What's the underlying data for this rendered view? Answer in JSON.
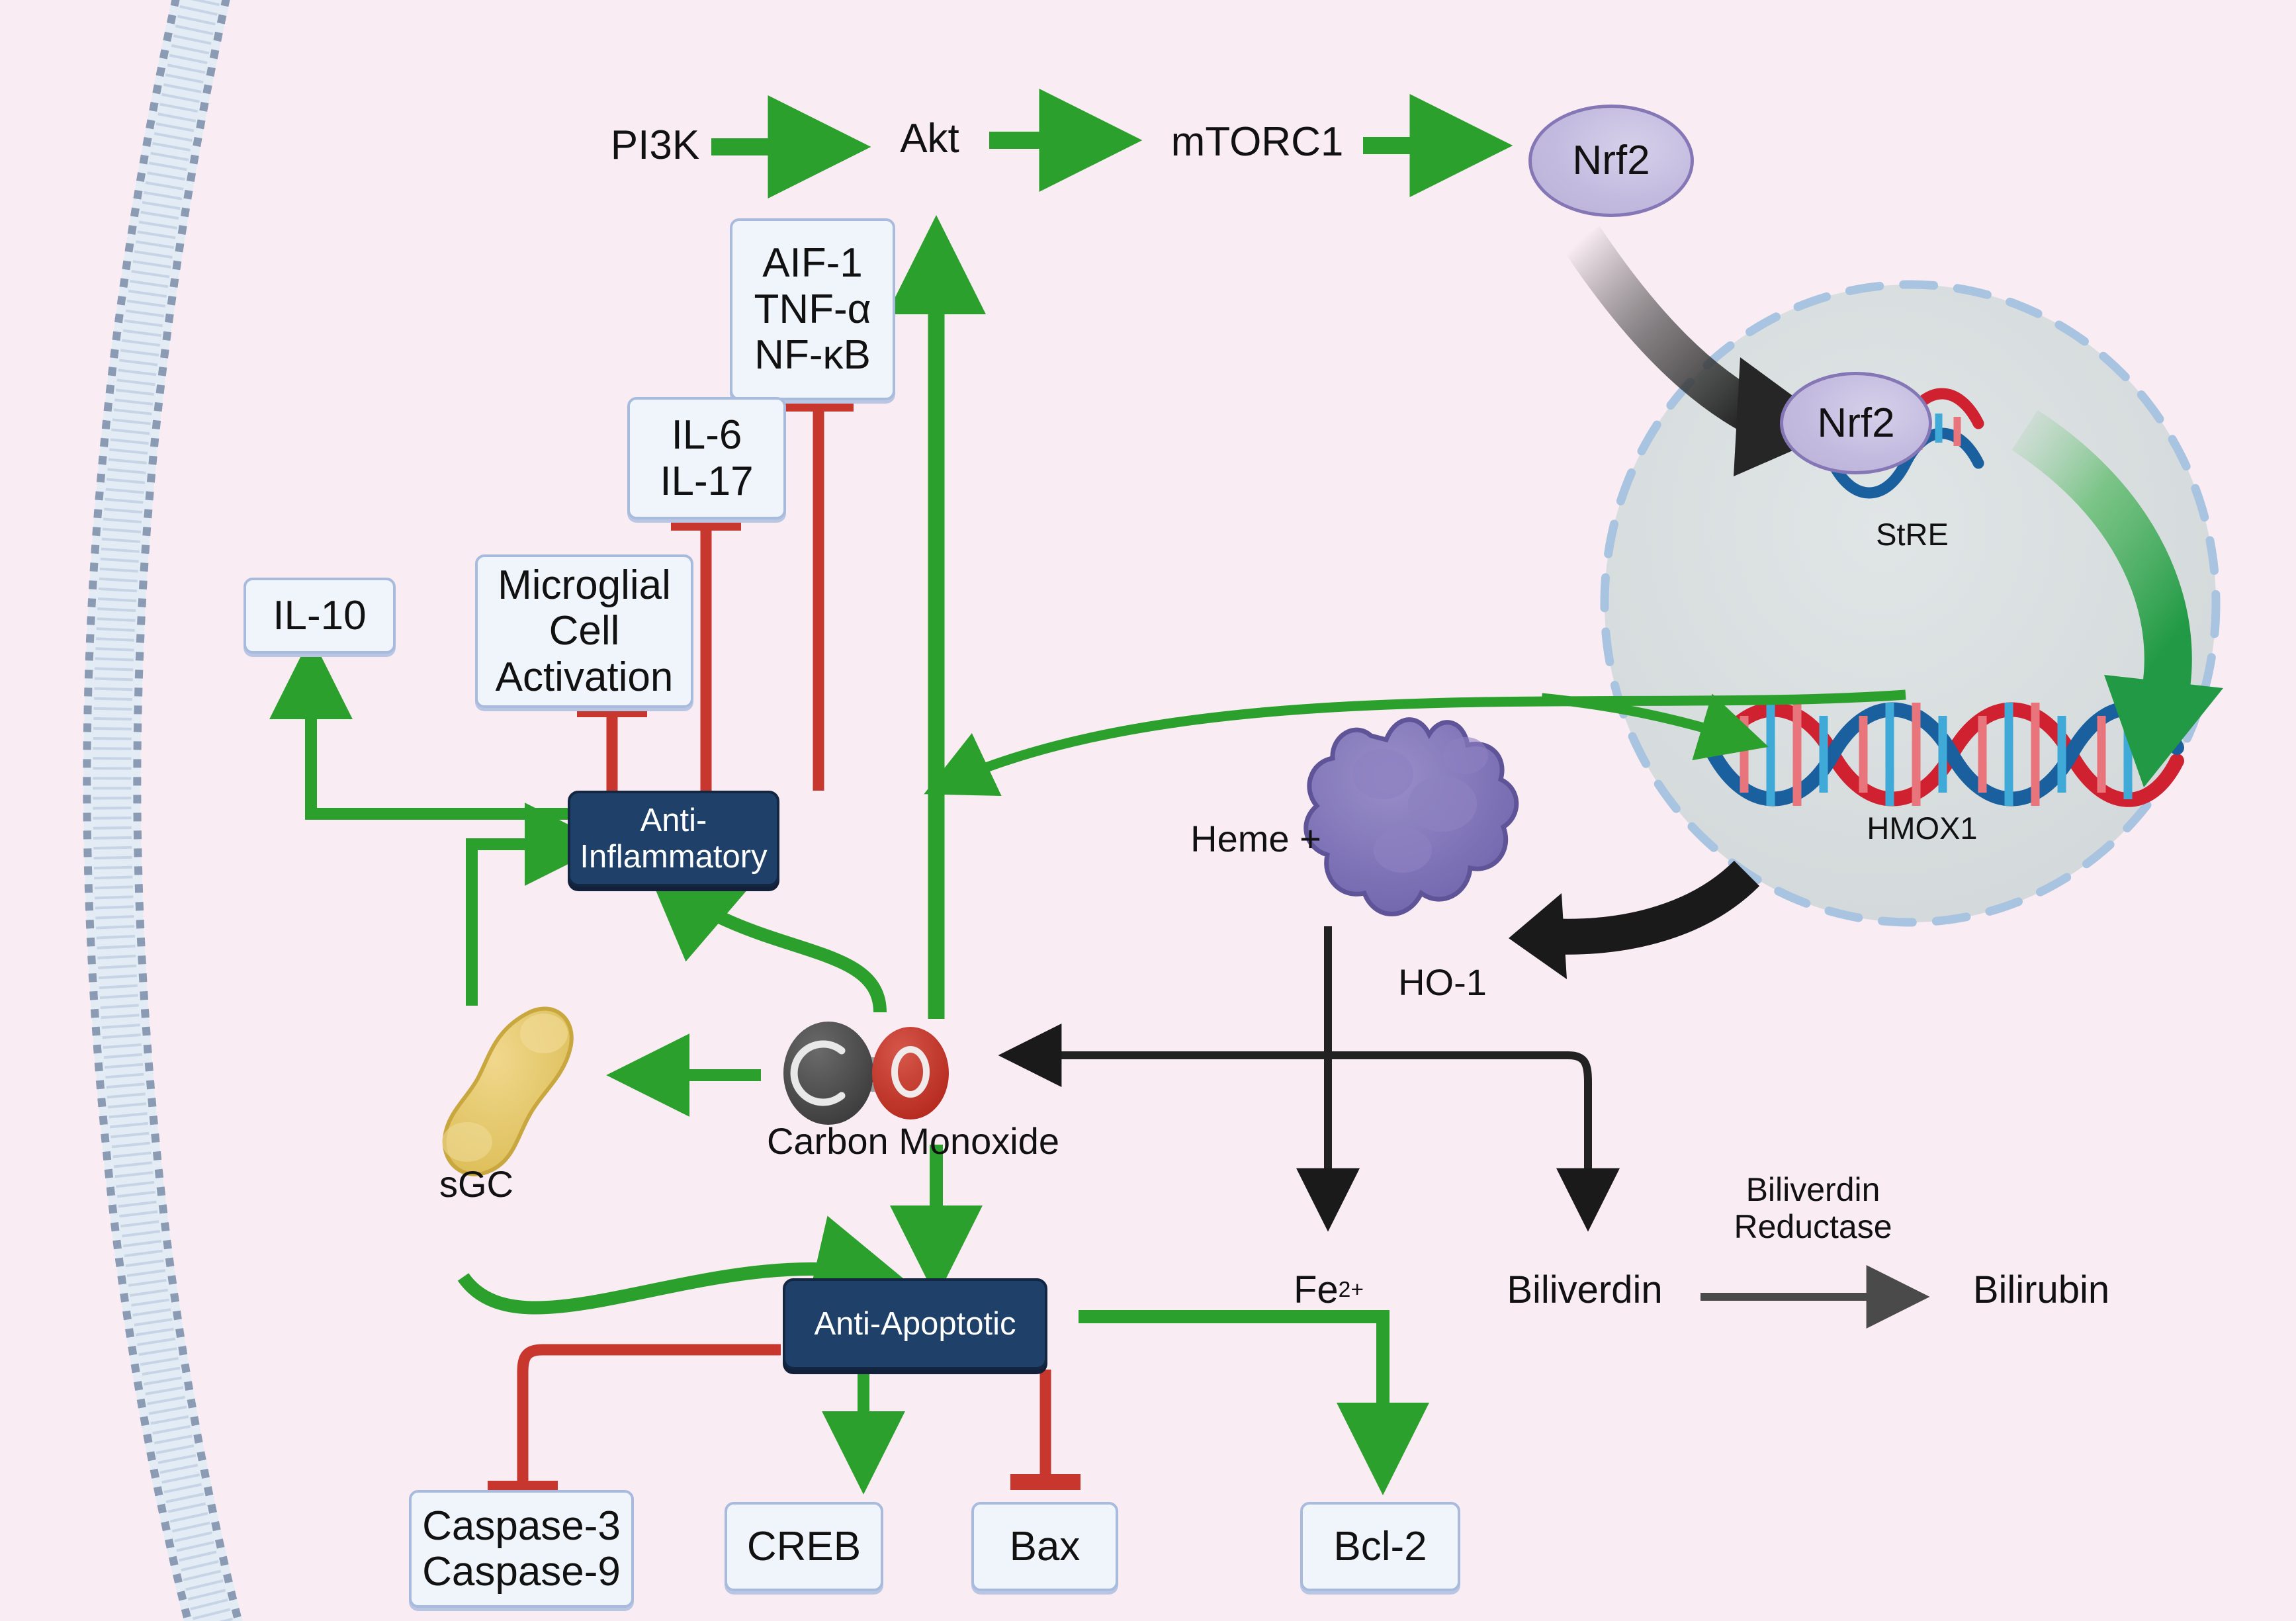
{
  "diagram": {
    "title": "Carbon Monoxide / HO-1 / Nrf2 signaling pathway",
    "background_color": "#f9ecf3",
    "colors": {
      "activation_green": "#2ca02c",
      "inhibition_red": "#c8372d",
      "navy_box": "#1f4068",
      "light_box": "#f0f4fb",
      "light_box_border": "#a9bbdd",
      "nrf2_purple": "#c3bbdf",
      "nucleus_gray": "#d7dcdd",
      "nucleus_border": "#aac4df",
      "heme_purple": "#7f72b5",
      "sgc_yellow": "#e6c76a",
      "carbon_gray": "#4a4a4a",
      "oxygen_red": "#c0392b",
      "dna_red": "#cf2130",
      "dna_blue": "#1a5f9e",
      "black_arrow": "#1a1a1a"
    }
  },
  "top_pathway": {
    "nodes": [
      "PI3K",
      "Akt",
      "mTORC1",
      "Nrf2"
    ]
  },
  "inhibitor_boxes": [
    {
      "id": "aif1-box",
      "lines": [
        "AIF-1",
        "TNF-α",
        "NF-κB"
      ]
    },
    {
      "id": "il6-box",
      "lines": [
        "IL-6",
        "IL-17"
      ]
    },
    {
      "id": "microglial-box",
      "lines": [
        "Microglial",
        "Cell",
        "Activation"
      ]
    }
  ],
  "boxes": {
    "il10": "IL-10",
    "anti_inflammatory_line1": "Anti-",
    "anti_inflammatory_line2": "Inflammatory",
    "anti_apoptotic": "Anti-Apoptotic",
    "caspase_line1": "Caspase-3",
    "caspase_line2": "Caspase-9",
    "creb": "CREB",
    "bax": "Bax",
    "bcl2": "Bcl-2"
  },
  "labels": {
    "sgc": "sGC",
    "carbon_monoxide": "Carbon Monoxide",
    "carbon_atom": "C",
    "oxygen_atom": "O",
    "heme_plus": "Heme +",
    "ho1": "HO-1",
    "fe2_base": "Fe",
    "fe2_sup": "2+",
    "biliverdin": "Biliverdin",
    "biliverdin_reductase_line1": "Biliverdin",
    "biliverdin_reductase_line2": "Reductase",
    "bilirubin": "Bilirubin",
    "stre": "StRE",
    "hmox1": "HMOX1",
    "nrf2_nucleus": "Nrf2"
  },
  "edges": {
    "green_activation": [
      "PI3K -> Akt",
      "Akt -> mTORC1",
      "mTORC1 -> Nrf2",
      "Carbon Monoxide -> PI3K/Akt (long vertical)",
      "Nucleus/HMOX1 -> long vertical arrow (curve)",
      "Carbon Monoxide -> sGC",
      "Carbon Monoxide -> Anti-Inflammatory (curve)",
      "Carbon Monoxide -> Anti-Apoptotic",
      "sGC -> Anti-Inflammatory",
      "sGC -> Anti-Apoptotic (curve)",
      "Anti-Inflammatory -> IL-10",
      "Anti-Apoptotic -> CREB",
      "Anti-Apoptotic -> Bcl-2",
      "StRE -> HMOX1 (gradient curve in nucleus)"
    ],
    "red_inhibition": [
      "Anti-Inflammatory -| Microglial Cell Activation",
      "Anti-Inflammatory -| IL-6 / IL-17",
      "Anti-Inflammatory -| AIF-1 / TNF-α / NF-κB",
      "Anti-Apoptotic -| Caspase-3 / Caspase-9",
      "Anti-Apoptotic -| Bax"
    ],
    "black": [
      "Nrf2 -> nucleus (gray gradient arrow)",
      "nucleus/HMOX1 -> Heme + HO-1 (black arrow)",
      "HO-1 -> Carbon Monoxide",
      "HO-1 -> Fe2+",
      "HO-1 -> Biliverdin",
      "Biliverdin -> Bilirubin (Biliverdin Reductase)"
    ]
  }
}
